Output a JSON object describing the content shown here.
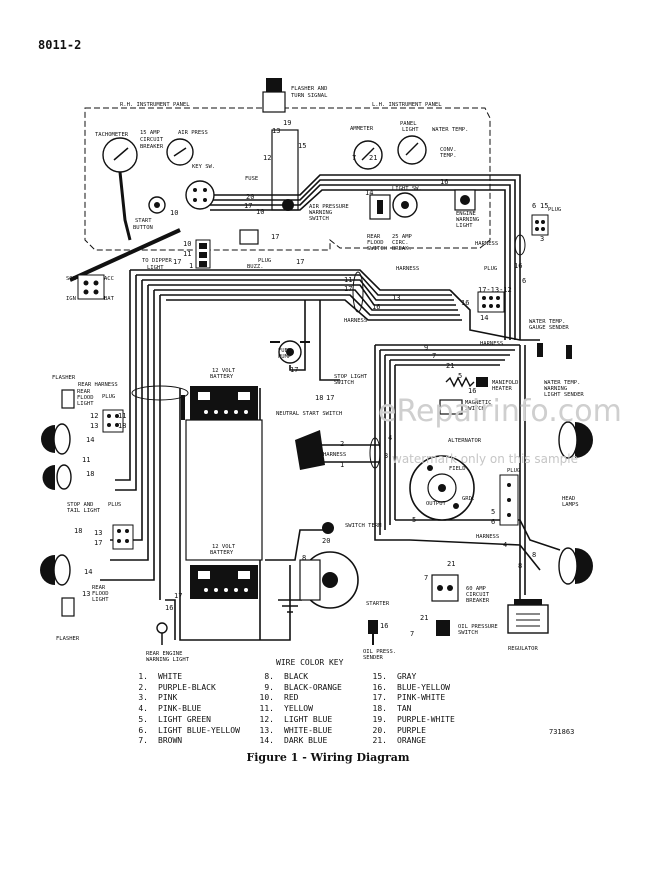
{
  "page_number": "8011-2",
  "caption": "Figure 1 - Wiring Diagram",
  "drawing_number": "731863",
  "watermark": {
    "main": "eRepairinfo.com",
    "sub": "watermark only on this sample"
  },
  "labels": {
    "flasher_turn_1": "FLASHER AND",
    "flasher_turn_2": "TURN SIGNAL",
    "rh_panel": "R.H. INSTRUMENT PANEL",
    "lh_panel": "L.H. INSTRUMENT PANEL",
    "tachometer": "TACHOMETER",
    "cb15_1": "15 AMP",
    "cb15_2": "CIRCUIT",
    "cb15_3": "BREAKER",
    "air_press": "AIR PRESS",
    "key_sw": "KEY SW.",
    "fuse": "FUSE",
    "air_warn_1": "AIR PRESSURE",
    "air_warn_2": "WARNING",
    "air_warn_3": "SWITCH",
    "start_1": "START",
    "start_2": "BUTTON",
    "plug": "PLUG",
    "buzz": "BUZZ.",
    "to_dipper_1": "TO DIPPER",
    "to_dipper_2": "LIGHT",
    "sol": "SOL",
    "acc": "ACC",
    "ign": "IGN",
    "bat": "BAT",
    "ammeter": "AMMETER",
    "panel_light_1": "PANEL",
    "panel_light_2": "LIGHT",
    "water_temp": "WATER TEMP.",
    "conv_temp_1": "CONV.",
    "conv_temp_2": "TEMP.",
    "light_sw": "LIGHT SW.",
    "engine_warn_1": "ENGINE",
    "engine_warn_2": "WARNING",
    "engine_warn_3": "LIGHT",
    "rear_flood_1": "REAR",
    "rear_flood_2": "FLOOD",
    "rear_flood_3": "SWITCH",
    "cb25_1": "25 AMP",
    "cb25_2": "CIRC.",
    "cb25_3": "BREAK.",
    "harness": "HARNESS",
    "water_sender_1": "WATER TEMP.",
    "water_sender_2": "GAUGE SENDER",
    "water_warn_1": "WATER TEMP.",
    "water_warn_2": "WARNING",
    "water_warn_3": "LIGHT SENDER",
    "fuel_pump_1": "FUEL",
    "fuel_pump_2": "PUMP",
    "stop_light_1": "STOP LIGHT",
    "stop_light_2": "SWITCH",
    "manifold_1": "MANIFOLD",
    "manifold_2": "HEATER",
    "magnetic_1": "MAGNETIC",
    "magnetic_2": "SWITCH",
    "flasher": "FLASHER",
    "rear_harness": "REAR HARNESS",
    "rear_flood_light_1": "REAR",
    "rear_flood_light_2": "FLOOD",
    "rear_flood_light_3": "LIGHT",
    "battery_1": "12 VOLT",
    "battery_2": "BATTERY",
    "neutral_start": "NEUTRAL START SWITCH",
    "alternator": "ALTERNATOR",
    "field": "FIELD",
    "output": "OUTPUT",
    "grd": "GRD.",
    "stop_tail_1": "STOP AND",
    "stop_tail_2": "TAIL LIGHT",
    "plus": "PLUS",
    "switch_term": "SWITCH TERM",
    "head_lamps_1": "HEAD",
    "head_lamps_2": "LAMPS",
    "starter": "STARTER",
    "cb60_1": "60 AMP",
    "cb60_2": "CIRCUIT",
    "cb60_3": "BREAKER",
    "oil_switch_1": "OIL PRESSURE",
    "oil_switch_2": "SWITCH",
    "oil_sender_1": "OIL PRESS.",
    "oil_sender_2": "SENDER",
    "regulator": "REGULATOR",
    "rear_engine_1": "REAR ENGINE",
    "rear_engine_2": "WARNING LIGHT"
  },
  "wire_numbers": {
    "n1": "1",
    "n2": "2",
    "n3": "3",
    "n4": "4",
    "n5": "5",
    "n6": "6",
    "n7": "7",
    "n8": "8",
    "n9": "9",
    "n10": "10",
    "n11": "11",
    "n12": "12",
    "n13": "13",
    "n14": "14",
    "n15": "15",
    "n16": "16",
    "n17": "17",
    "n18": "18",
    "n19": "19",
    "n20": "20",
    "n21": "21",
    "plug_14_17_13_12": "17-13-12"
  },
  "color_key": {
    "title": "WIRE COLOR KEY",
    "entries": [
      {
        "num": "1.",
        "color": "WHITE"
      },
      {
        "num": "2.",
        "color": "PURPLE-BLACK"
      },
      {
        "num": "3.",
        "color": "PINK"
      },
      {
        "num": "4.",
        "color": "PINK-BLUE"
      },
      {
        "num": "5.",
        "color": "LIGHT GREEN"
      },
      {
        "num": "6.",
        "color": "LIGHT BLUE-YELLOW"
      },
      {
        "num": "7.",
        "color": "BROWN"
      },
      {
        "num": "8.",
        "color": "BLACK"
      },
      {
        "num": "9.",
        "color": "BLACK-ORANGE"
      },
      {
        "num": "10.",
        "color": "RED"
      },
      {
        "num": "11.",
        "color": "YELLOW"
      },
      {
        "num": "12.",
        "color": "LIGHT BLUE"
      },
      {
        "num": "13.",
        "color": "WHITE-BLUE"
      },
      {
        "num": "14.",
        "color": "DARK BLUE"
      },
      {
        "num": "15.",
        "color": "GRAY"
      },
      {
        "num": "16.",
        "color": "BLUE-YELLOW"
      },
      {
        "num": "17.",
        "color": "PINK-WHITE"
      },
      {
        "num": "18.",
        "color": "TAN"
      },
      {
        "num": "19.",
        "color": "PURPLE-WHITE"
      },
      {
        "num": "20.",
        "color": "PURPLE"
      },
      {
        "num": "21.",
        "color": "ORANGE"
      }
    ]
  }
}
